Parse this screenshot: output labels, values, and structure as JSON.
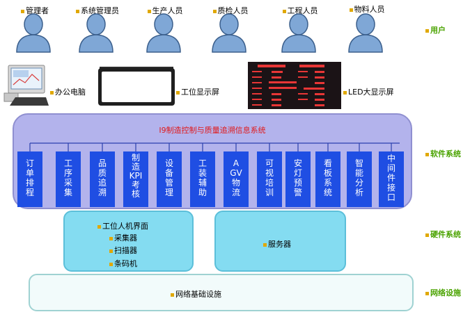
{
  "users": [
    {
      "label": "管理者"
    },
    {
      "label": "系统管理员"
    },
    {
      "label": "生产人员"
    },
    {
      "label": "质检人员"
    },
    {
      "label": "工程人员"
    },
    {
      "label": "物料人员"
    }
  ],
  "side_labels": {
    "users": "用户",
    "software": "软件系统",
    "hardware": "硬件系统",
    "network": "网络设施"
  },
  "devices": {
    "pc": "办公电脑",
    "station_screen": "工位显示屏",
    "led_screen": "LED大显示屏"
  },
  "software": {
    "title": "I9制造控制与质量追溯信息系统",
    "modules": [
      {
        "lines": [
          "订",
          "单",
          "排",
          "程"
        ]
      },
      {
        "lines": [
          "工",
          "序",
          "采",
          "集"
        ]
      },
      {
        "lines": [
          "品",
          "质",
          "追",
          "溯"
        ]
      },
      {
        "lines": [
          "制",
          "造",
          "KPI",
          "考",
          "核"
        ]
      },
      {
        "lines": [
          "设",
          "备",
          "管",
          "理"
        ]
      },
      {
        "lines": [
          "工",
          "装",
          "辅",
          "助"
        ]
      },
      {
        "lines": [
          "A",
          "GV",
          "物",
          "流"
        ]
      },
      {
        "lines": [
          "可",
          "视",
          "培",
          "训"
        ]
      },
      {
        "lines": [
          "安",
          "灯",
          "预",
          "警"
        ]
      },
      {
        "lines": [
          "看",
          "板",
          "系",
          "统"
        ]
      },
      {
        "lines": [
          "智",
          "能",
          "分",
          "析"
        ]
      },
      {
        "lines": [
          "中",
          "间",
          "件",
          "接",
          "口"
        ]
      }
    ]
  },
  "hardware": {
    "station_items": [
      "工位人机界面",
      "采集器",
      "扫描器",
      "条码机"
    ],
    "server": "服务器"
  },
  "network": {
    "label": "网络基础设施"
  },
  "colors": {
    "module_blue": "#1f4ee3",
    "software_panel": "#b3b3ec",
    "hardware_panel": "#84dcf1",
    "title_red": "#e0191b",
    "side_label_green": "#4aa300",
    "bullet": "#e0a800"
  }
}
